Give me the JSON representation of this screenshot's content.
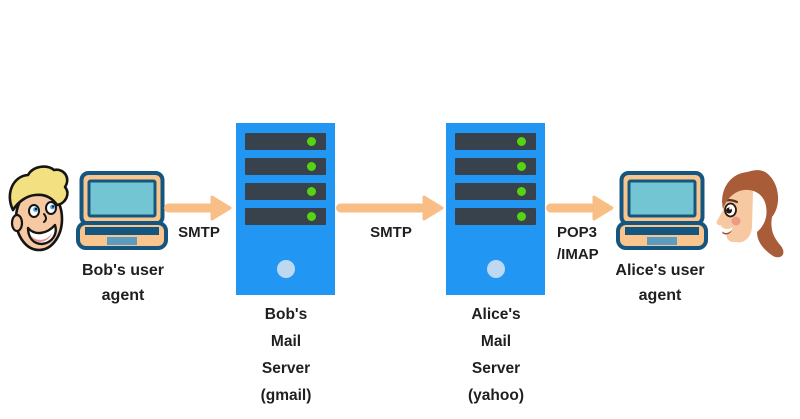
{
  "nodes": {
    "bob_user_agent": {
      "label": "Bob's user\nagent"
    },
    "bob_mail_server": {
      "label": "Bob's\nMail\nServer\n(gmail)",
      "rack_units": 4
    },
    "alice_mail_server": {
      "label": "Alice's\nMail\nServer\n(yahoo)",
      "rack_units": 4
    },
    "alice_user_agent": {
      "label": "Alice's user\nagent"
    }
  },
  "edges": {
    "bob_to_server": {
      "label": "SMTP"
    },
    "server_to_server": {
      "label": "SMTP"
    },
    "server_to_alice": {
      "label": "POP3\n/IMAP"
    }
  },
  "icons": {
    "bob_avatar": "boy-face",
    "alice_avatar": "girl-face",
    "user_device": "laptop",
    "mail_server": "server-tower",
    "flow": "arrow-right"
  },
  "colors": {
    "background": "#ffffff",
    "server_blue": "#2196f3",
    "rack_dark": "#37424c",
    "led_green": "#55d411",
    "server_light": "#bdd9f1",
    "arrow_peach": "#f8be86",
    "laptop_body": "#fac58d",
    "laptop_line": "#14567f",
    "screen_teal": "#74c5d4",
    "touchpad_blue": "#5a9cc2",
    "text": "#1f1f1f",
    "bob_hair": "#f3e181",
    "alice_hair": "#a85c38",
    "skin": "#f7c9a3",
    "cheek": "#ed9b85"
  }
}
